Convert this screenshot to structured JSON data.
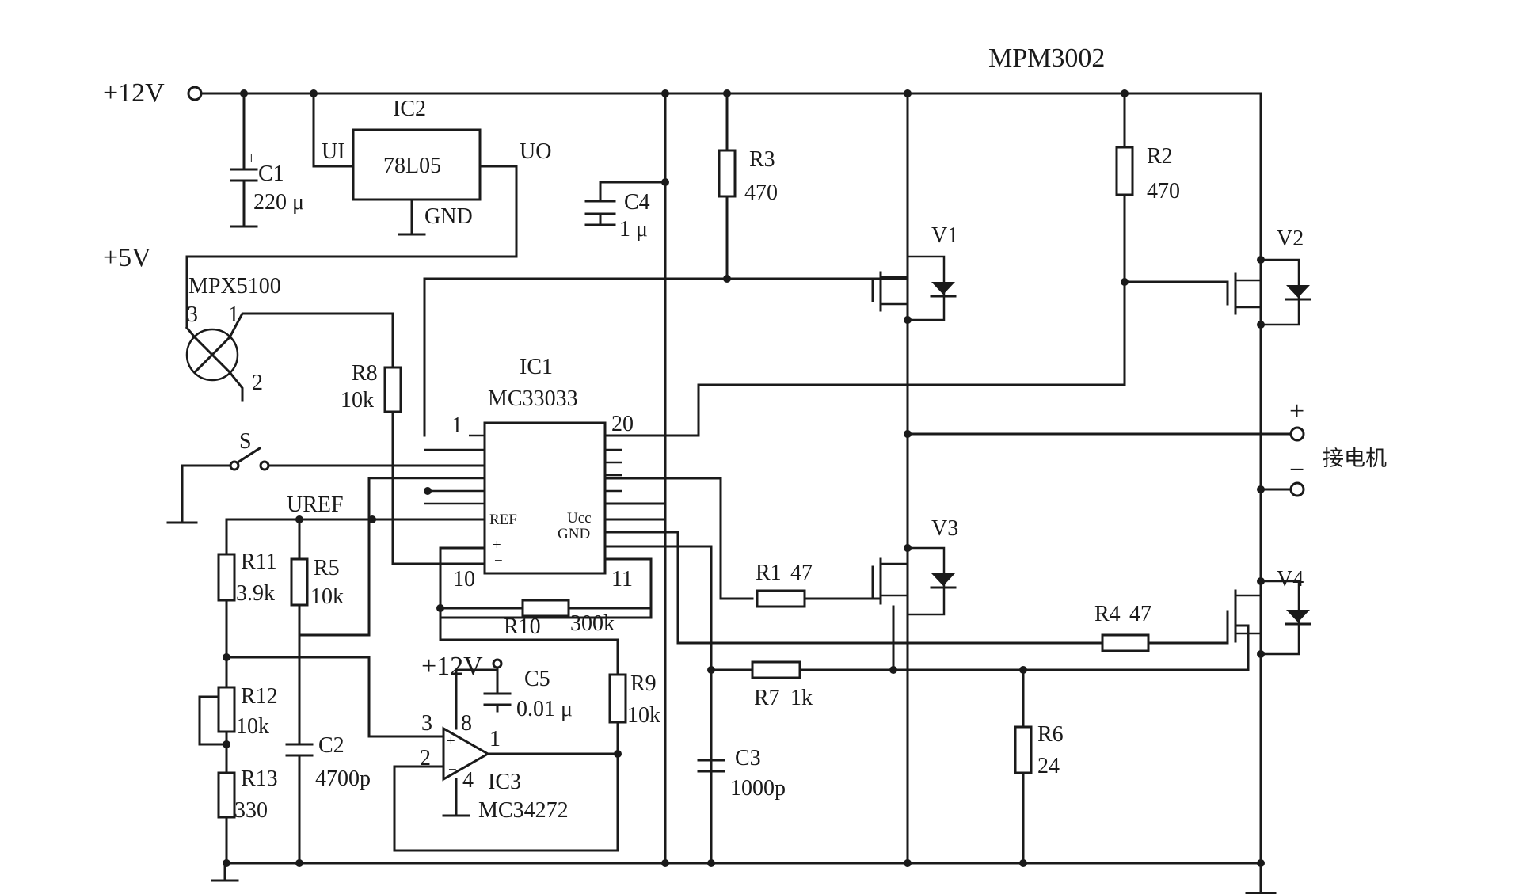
{
  "title": "MPM3002",
  "supplies": {
    "v12": "+12V",
    "v5": "+5V",
    "v12b": "+12V"
  },
  "motor_label": "接电机",
  "motor_plus": "+",
  "motor_minus": "−",
  "switch_label": "S",
  "uref_label": "UREF",
  "sensor": {
    "name": "MPX5100",
    "pin3": "3",
    "pin1": "1",
    "pin2": "2"
  },
  "ic2": {
    "ref": "IC2",
    "part": "78L05",
    "in": "UI",
    "out": "UO",
    "gnd": "GND"
  },
  "ic1": {
    "ref": "IC1",
    "part": "MC33033",
    "pin1": "1",
    "pin20": "20",
    "pin10": "10",
    "pin11": "11",
    "ref_pin": "REF",
    "ucc_pin": "Ucc",
    "gnd_pin": "GND",
    "plus": "+",
    "minus": "−"
  },
  "ic3": {
    "ref": "IC3",
    "part": "MC34272",
    "pin3": "3",
    "pin8": "8",
    "pin2": "2",
    "pin4": "4",
    "pin1": "1",
    "plus": "+",
    "minus": "−"
  },
  "components": {
    "C1": {
      "ref": "C1",
      "value": "220 μ"
    },
    "C2": {
      "ref": "C2",
      "value": "4700p"
    },
    "C3": {
      "ref": "C3",
      "value": "1000p"
    },
    "C4": {
      "ref": "C4",
      "value": "1 μ"
    },
    "C5": {
      "ref": "C5",
      "value": "0.01 μ"
    },
    "R1": {
      "ref": "R1",
      "value": "47"
    },
    "R2": {
      "ref": "R2",
      "value": "470"
    },
    "R3": {
      "ref": "R3",
      "value": "470"
    },
    "R4": {
      "ref": "R4",
      "value": "47"
    },
    "R5": {
      "ref": "R5",
      "value": "10k"
    },
    "R6": {
      "ref": "R6",
      "value": "24"
    },
    "R7": {
      "ref": "R7",
      "value": "1k"
    },
    "R8": {
      "ref": "R8",
      "value": "10k"
    },
    "R9": {
      "ref": "R9",
      "value": "10k"
    },
    "R10": {
      "ref": "R10",
      "value": "300k"
    },
    "R11": {
      "ref": "R11",
      "value": "3.9k"
    },
    "R12": {
      "ref": "R12",
      "value": "10k"
    },
    "R13": {
      "ref": "R13",
      "value": "330"
    }
  },
  "mosfets": {
    "V1": "V1",
    "V2": "V2",
    "V3": "V3",
    "V4": "V4"
  },
  "colors": {
    "ink": "#1a1a1a",
    "background": "#ffffff"
  }
}
